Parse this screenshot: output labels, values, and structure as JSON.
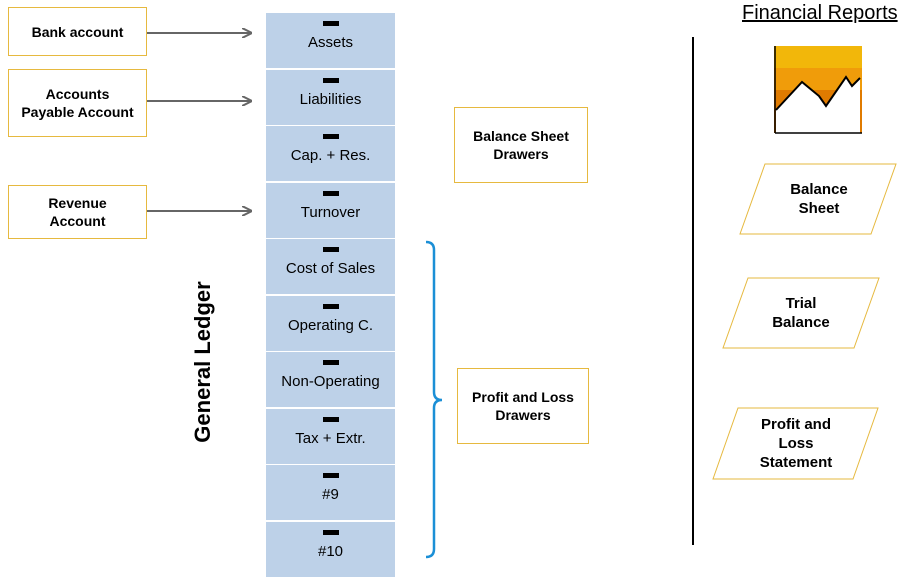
{
  "source_accounts": [
    {
      "label": "Bank account"
    },
    {
      "label": "Accounts\nPayable Account"
    },
    {
      "label": "Revenue\nAccount"
    }
  ],
  "general_ledger": {
    "title": "General Ledger",
    "drawers": [
      {
        "label": "Assets"
      },
      {
        "label": "Liabilities"
      },
      {
        "label": "Cap. + Res."
      },
      {
        "label": "Turnover"
      },
      {
        "label": "Cost of Sales"
      },
      {
        "label": "Operating C."
      },
      {
        "label": "Non-Operating"
      },
      {
        "label": "Tax + Extr."
      },
      {
        "label": "#9"
      },
      {
        "label": "#10"
      }
    ]
  },
  "drawer_groups": {
    "balance_sheet": "Balance Sheet\nDrawers",
    "profit_loss": "Profit and Loss\nDrawers"
  },
  "financial_reports": {
    "title": "Financial Reports",
    "icon": "line-chart-icon",
    "reports": [
      {
        "label": "Balance\nSheet"
      },
      {
        "label": "Trial\nBalance"
      },
      {
        "label": "Profit and\nLoss\nStatement"
      }
    ]
  },
  "colors": {
    "drawer_fill": "#bdd1e8",
    "box_border": "#e6b93f",
    "bracket": "#1b8fd6",
    "arrow": "#666666",
    "chart_top": "#f2b70a",
    "chart_bottom": "#e07b00"
  }
}
